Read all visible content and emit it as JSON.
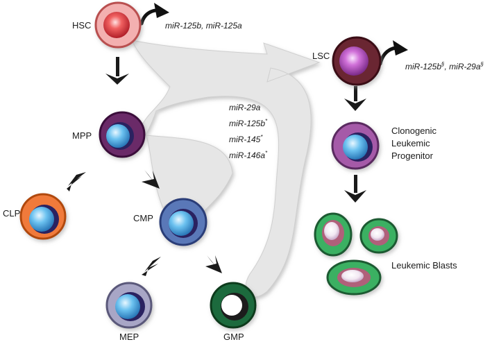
{
  "cells": {
    "hsc": "HSC",
    "lsc": "LSC",
    "mpp": "MPP",
    "clp": "CLP",
    "cmp": "CMP",
    "mep": "MEP",
    "gmp": "GMP",
    "clonogenic": [
      "Clonogenic",
      "Leukemic",
      "Progenitor"
    ],
    "blasts": "Leukemic Blasts"
  },
  "mirnas": {
    "hsc_self_renewal": "miR-125b, miR-125a",
    "lsc_self_renewal": [
      {
        "name": "miR-125b",
        "mark": "§"
      },
      {
        "name": "miR-29a",
        "mark": "§"
      }
    ],
    "transformation": [
      {
        "name": "miR-29a",
        "mark": ""
      },
      {
        "name": "miR-125b",
        "mark": "*"
      },
      {
        "name": "miR-145",
        "mark": "*"
      },
      {
        "name": "miR-146a",
        "mark": "*"
      }
    ]
  },
  "colors": {
    "hsc": "#e87b7b",
    "lsc": "#6b2530",
    "mpp": "#6a2a68",
    "clp": "#f07a3a",
    "cmp": "#5a78b8",
    "mep": "#a8a6c6",
    "gmp": "#1e6a3c",
    "clonogenic": "#a55aa8",
    "blast_outer": "#3bb062",
    "nucleus": "#5ab4e8",
    "big_arrow": "#e4e4e4"
  }
}
